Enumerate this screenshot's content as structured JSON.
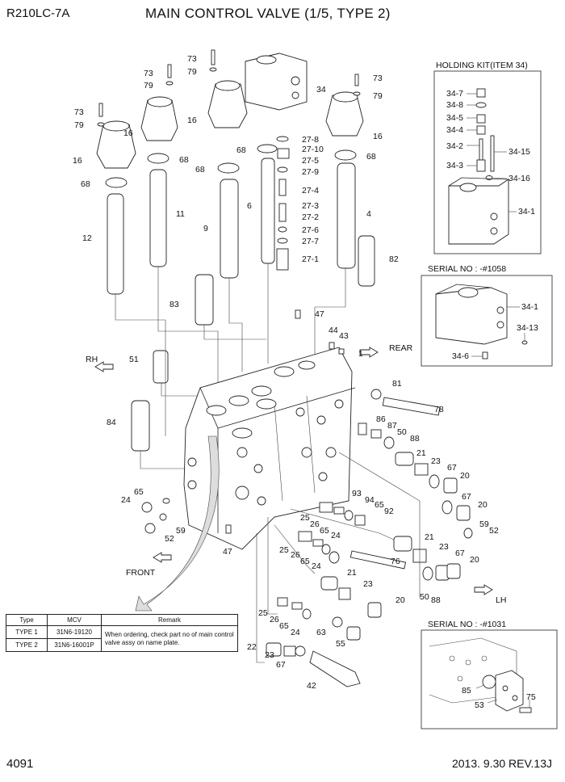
{
  "header": {
    "model": "R210LC-7A",
    "title": "MAIN CONTROL VALVE (1/5, TYPE 2)"
  },
  "footer": {
    "page_number": "4091",
    "revision": "2013. 9.30  REV.13J"
  },
  "directions": {
    "rh": "RH",
    "rear": "REAR",
    "front": "FRONT",
    "lh": "LH"
  },
  "insets": {
    "holding_kit": {
      "title": "HOLDING KIT(ITEM 34)",
      "labels": [
        "34-7",
        "34-8",
        "34-5",
        "34-4",
        "34-2",
        "34-15",
        "34-3",
        "34-16",
        "34-1"
      ]
    },
    "serial_1058": {
      "title": "SERIAL NO : -#1058",
      "labels": [
        "34-1",
        "34-13",
        "34-6"
      ]
    },
    "serial_1031": {
      "title": "SERIAL NO : -#1031",
      "labels": [
        "85",
        "53",
        "75"
      ]
    }
  },
  "type_table": {
    "headers": [
      "Type",
      "MCV",
      "Remark"
    ],
    "rows": [
      [
        "TYPE 1",
        "31N6-19120"
      ],
      [
        "TYPE 2",
        "31N6-16001P"
      ]
    ],
    "remark": "When ordering, check part no of main control valve assy on name plate."
  },
  "callouts": {
    "c73a": "73",
    "c79a": "79",
    "c73b": "73",
    "c79b": "79",
    "c73c": "73",
    "c79c": "79",
    "c73d": "73",
    "c79d": "79",
    "c16a": "16",
    "c16b": "16",
    "c16c": "16",
    "c16d": "16",
    "c34": "34",
    "c68a": "68",
    "c68b": "68",
    "c68c": "68",
    "c68d": "68",
    "c68e": "68",
    "c12": "12",
    "c11": "11",
    "c9": "9",
    "c6": "6",
    "c4": "4",
    "c27_8": "27-8",
    "c27_10": "27-10",
    "c27_5": "27-5",
    "c27_9": "27-9",
    "c27_4": "27-4",
    "c27_3": "27-3",
    "c27_2": "27-2",
    "c27_6": "27-6",
    "c27_7": "27-7",
    "c27_1": "27-1",
    "c82": "82",
    "c83": "83",
    "c47a": "47",
    "c44": "44",
    "c43": "43",
    "c1": "1",
    "c51": "51",
    "c81": "81",
    "c78": "78",
    "c84": "84",
    "c86": "86",
    "c87": "87",
    "c50a": "50",
    "c88a": "88",
    "c21a": "21",
    "c23a": "23",
    "c67a": "67",
    "c20a": "20",
    "c67b": "67",
    "c20b": "20",
    "c59a": "59",
    "c52a": "52",
    "c93": "93",
    "c94": "94",
    "c65a": "65",
    "c92": "92",
    "c25a": "25",
    "c26a": "26",
    "c65b": "65",
    "c24a": "24",
    "c65c": "65",
    "c24b": "24",
    "c59b": "59",
    "c52b": "52",
    "c47b": "47",
    "c25b": "25",
    "c26b": "26",
    "c65d": "65",
    "c24c": "24",
    "c76": "76",
    "c21b": "21",
    "c23b": "23",
    "c67c": "67",
    "c20c": "20",
    "c50b": "50",
    "c88b": "88",
    "c21c": "21",
    "c23c": "23",
    "c20d": "20",
    "c25c": "25",
    "c26c": "26",
    "c65e": "65",
    "c24d": "24",
    "c63": "63",
    "c55": "55",
    "c22": "22",
    "c23d": "23",
    "c67d": "67",
    "c42": "42"
  }
}
